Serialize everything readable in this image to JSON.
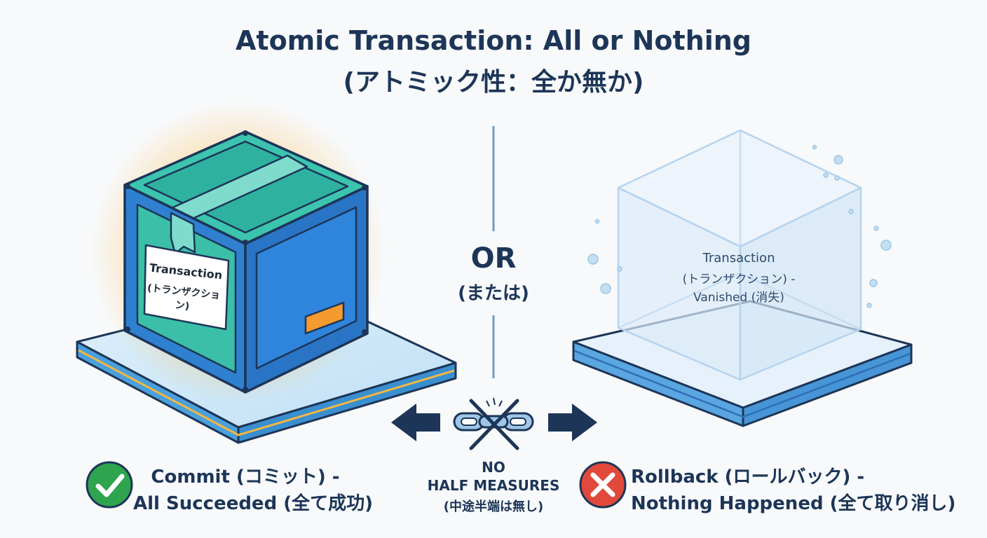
{
  "title": {
    "line1": "Atomic Transaction: All or Nothing",
    "line2": "(アトミック性：全か無か)"
  },
  "divider": {
    "or": "OR",
    "or_sub": "(または)"
  },
  "commit": {
    "box_label_line1": "Transaction",
    "box_label_line2": "(トランザクション)",
    "caption_line1": "Commit (コミット) -",
    "caption_line2": "All Succeeded (全て成功)"
  },
  "rollback": {
    "box_label_line1": "Transaction",
    "box_label_line2": "(トランザクション) -",
    "box_label_line3": "Vanished (消失)",
    "caption_line1": "Rollback (ロールバック) -",
    "caption_line2": "Nothing Happened (全て取り消し)"
  },
  "no_half": {
    "line1": "NO",
    "line2": "HALF MEASURES",
    "line3": "(中途半端は無し)"
  },
  "icons": {
    "success": "check-circle-icon",
    "failure": "x-circle-icon",
    "chain": "broken-chain-icon",
    "arrow_left": "arrow-left-icon",
    "arrow_right": "arrow-right-icon"
  },
  "colors": {
    "title": "#1d3557",
    "box_blue": "#2f80d1",
    "box_teal": "#37b8a6",
    "glow": "#ffb547",
    "success_green": "#2ea44f",
    "failure_red": "#e0493b",
    "ghost": "#cfe3f6"
  }
}
